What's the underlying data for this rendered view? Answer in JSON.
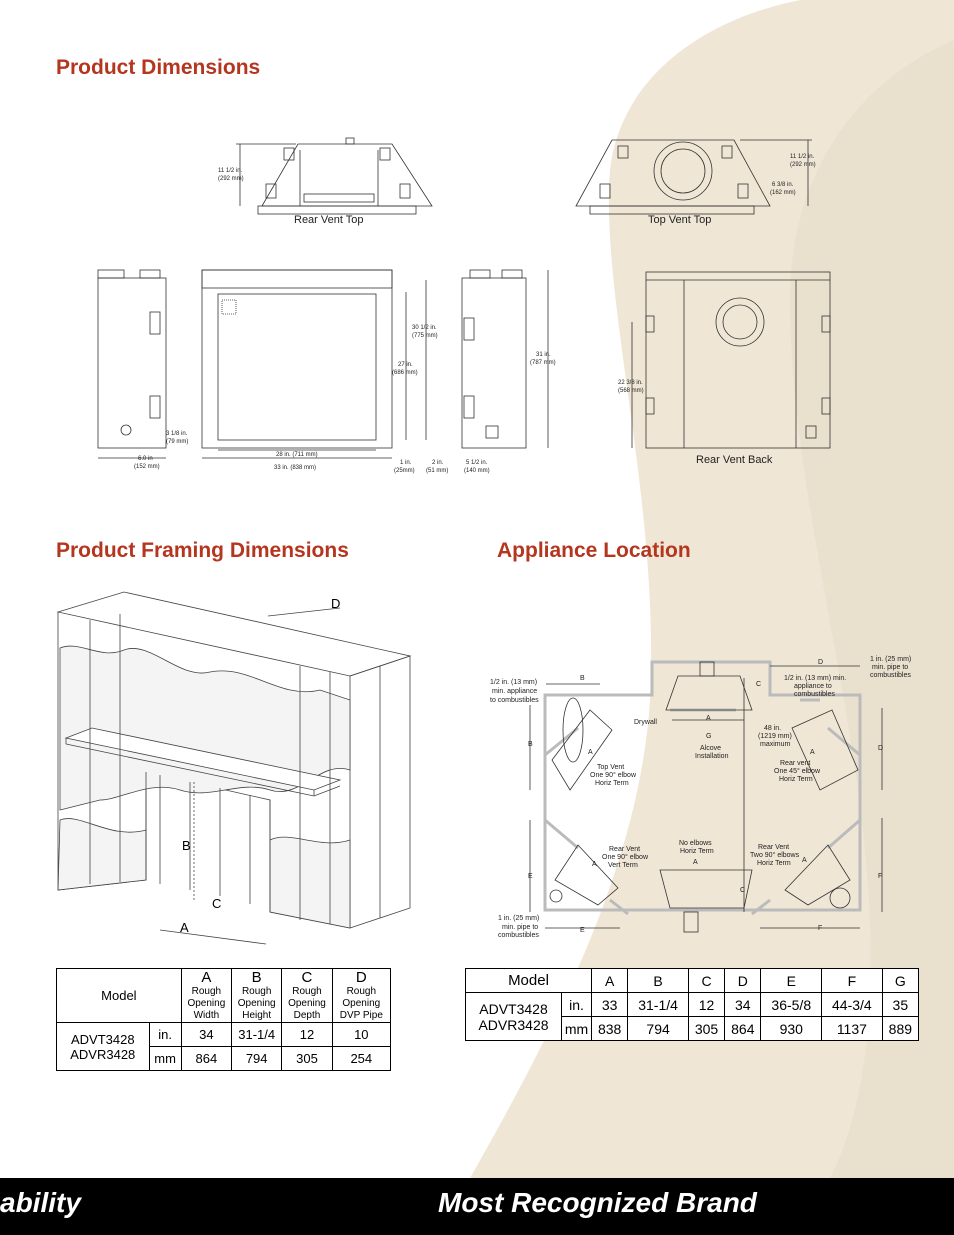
{
  "colors": {
    "heading": "#b5361f",
    "swoosh": "#efe6d6",
    "footer": "#000000"
  },
  "headings": {
    "product_dimensions": "Product Dimensions",
    "framing_dimensions": "Product Framing Dimensions",
    "appliance_location": "Appliance Location"
  },
  "dimensions": {
    "rear_vent_top": "Rear Vent Top",
    "top_vent_top": "Top Vent Top",
    "rear_vent_back": "Rear Vent Back",
    "depth_left_in": "11 1/2 in.",
    "depth_left_mm": "(292 mm)",
    "depth_right_in": "11 1/2 in.",
    "depth_right_mm": "(292 mm)",
    "flue_in": "6 3/8 in.",
    "flue_mm": "(162 mm)",
    "h_3_1_8_in": "3 1/8 in.",
    "h_3_1_8_mm": "(79 mm)",
    "side_6_in": "6.0 in",
    "side_6_mm": "(152 mm)",
    "open_30_in": "30 1/2 in.",
    "open_30_mm": "(775 mm)",
    "open_27_in": "27 in.",
    "open_27_mm": "(686 mm)",
    "w_28": "28 in. (711 mm)",
    "w_33": "33 in. (838 mm)",
    "d_1_in": "1 in.",
    "d_1_mm": "(25mm)",
    "d_2_in": "2 in.",
    "d_2_mm": "(51 mm)",
    "d_5_in": "5 1/2 in.",
    "d_5_mm": "(140 mm)",
    "h_31_in": "31 in.",
    "h_31_mm": "(787 mm)",
    "h_22_in": "22 3/8 in.",
    "h_22_mm": "(568 mm)"
  },
  "framing": {
    "label_a": "A",
    "label_b": "B",
    "label_c": "C",
    "label_d": "D"
  },
  "location": {
    "n_13_a": "1/2 in. (13 mm)",
    "n_13_b": "min. appliance",
    "n_13_c": "to combustibles",
    "n_13r_a": "1/2 in. (13 mm) min.",
    "n_13r_b": "appliance to",
    "n_13r_c": "combustibles",
    "n_25_a": "1 in. (25 mm)",
    "n_25_b": "min. pipe to",
    "n_25_c": "combustibles",
    "n_25b_a": "1 in. (25 mm)",
    "n_25b_b": "min. pipe to",
    "n_25b_c": "combustibles",
    "drywall": "Drywall",
    "n_48_a": "48 in.",
    "n_48_b": "(1219 mm)",
    "n_48_c": "maximum",
    "alcove_a": "Alcove",
    "alcove_b": "Installation",
    "top_vent_a": "Top Vent",
    "top_vent_b": "One 90° elbow",
    "top_vent_c": "Horiz Term",
    "rear_45_a": "Rear vent",
    "rear_45_b": "One 45° elbow",
    "rear_45_c": "Horiz Term",
    "rear_90v_a": "Rear Vent",
    "rear_90v_b": "One 90° elbow",
    "rear_90v_c": "Vert Term",
    "no_elbow_a": "No elbows",
    "no_elbow_b": "Horiz Term",
    "rear_two_a": "Rear Vent",
    "rear_two_b": "Two 90° elbows",
    "rear_two_c": "Horiz Term",
    "a": "A",
    "b": "B",
    "c": "C",
    "d": "D",
    "e": "E",
    "f": "F",
    "g": "G"
  },
  "framing_table": {
    "model_header": "Model",
    "columns": [
      {
        "letter": "A",
        "l1": "Rough",
        "l2": "Opening",
        "l3": "Width"
      },
      {
        "letter": "B",
        "l1": "Rough",
        "l2": "Opening",
        "l3": "Height"
      },
      {
        "letter": "C",
        "l1": "Rough",
        "l2": "Opening",
        "l3": "Depth"
      },
      {
        "letter": "D",
        "l1": "Rough",
        "l2": "Opening",
        "l3": "DVP Pipe"
      }
    ],
    "model_1": "ADVT3428",
    "model_2": "ADVR3428",
    "rows": [
      {
        "unit": "in.",
        "values": [
          "34",
          "31-1/4",
          "12",
          "10"
        ]
      },
      {
        "unit": "mm",
        "values": [
          "864",
          "794",
          "305",
          "254"
        ]
      }
    ]
  },
  "location_table": {
    "model_header": "Model",
    "columns": [
      "A",
      "B",
      "C",
      "D",
      "E",
      "F",
      "G"
    ],
    "model_1": "ADVT3428",
    "model_2": "ADVR3428",
    "rows": [
      {
        "unit": "in.",
        "values": [
          "33",
          "31-1/4",
          "12",
          "34",
          "36-5/8",
          "44-3/4",
          "35"
        ]
      },
      {
        "unit": "mm",
        "values": [
          "838",
          "794",
          "305",
          "864",
          "930",
          "1137",
          "889"
        ]
      }
    ]
  },
  "footer": {
    "left": "ability",
    "right": "Most Recognized Brand"
  }
}
